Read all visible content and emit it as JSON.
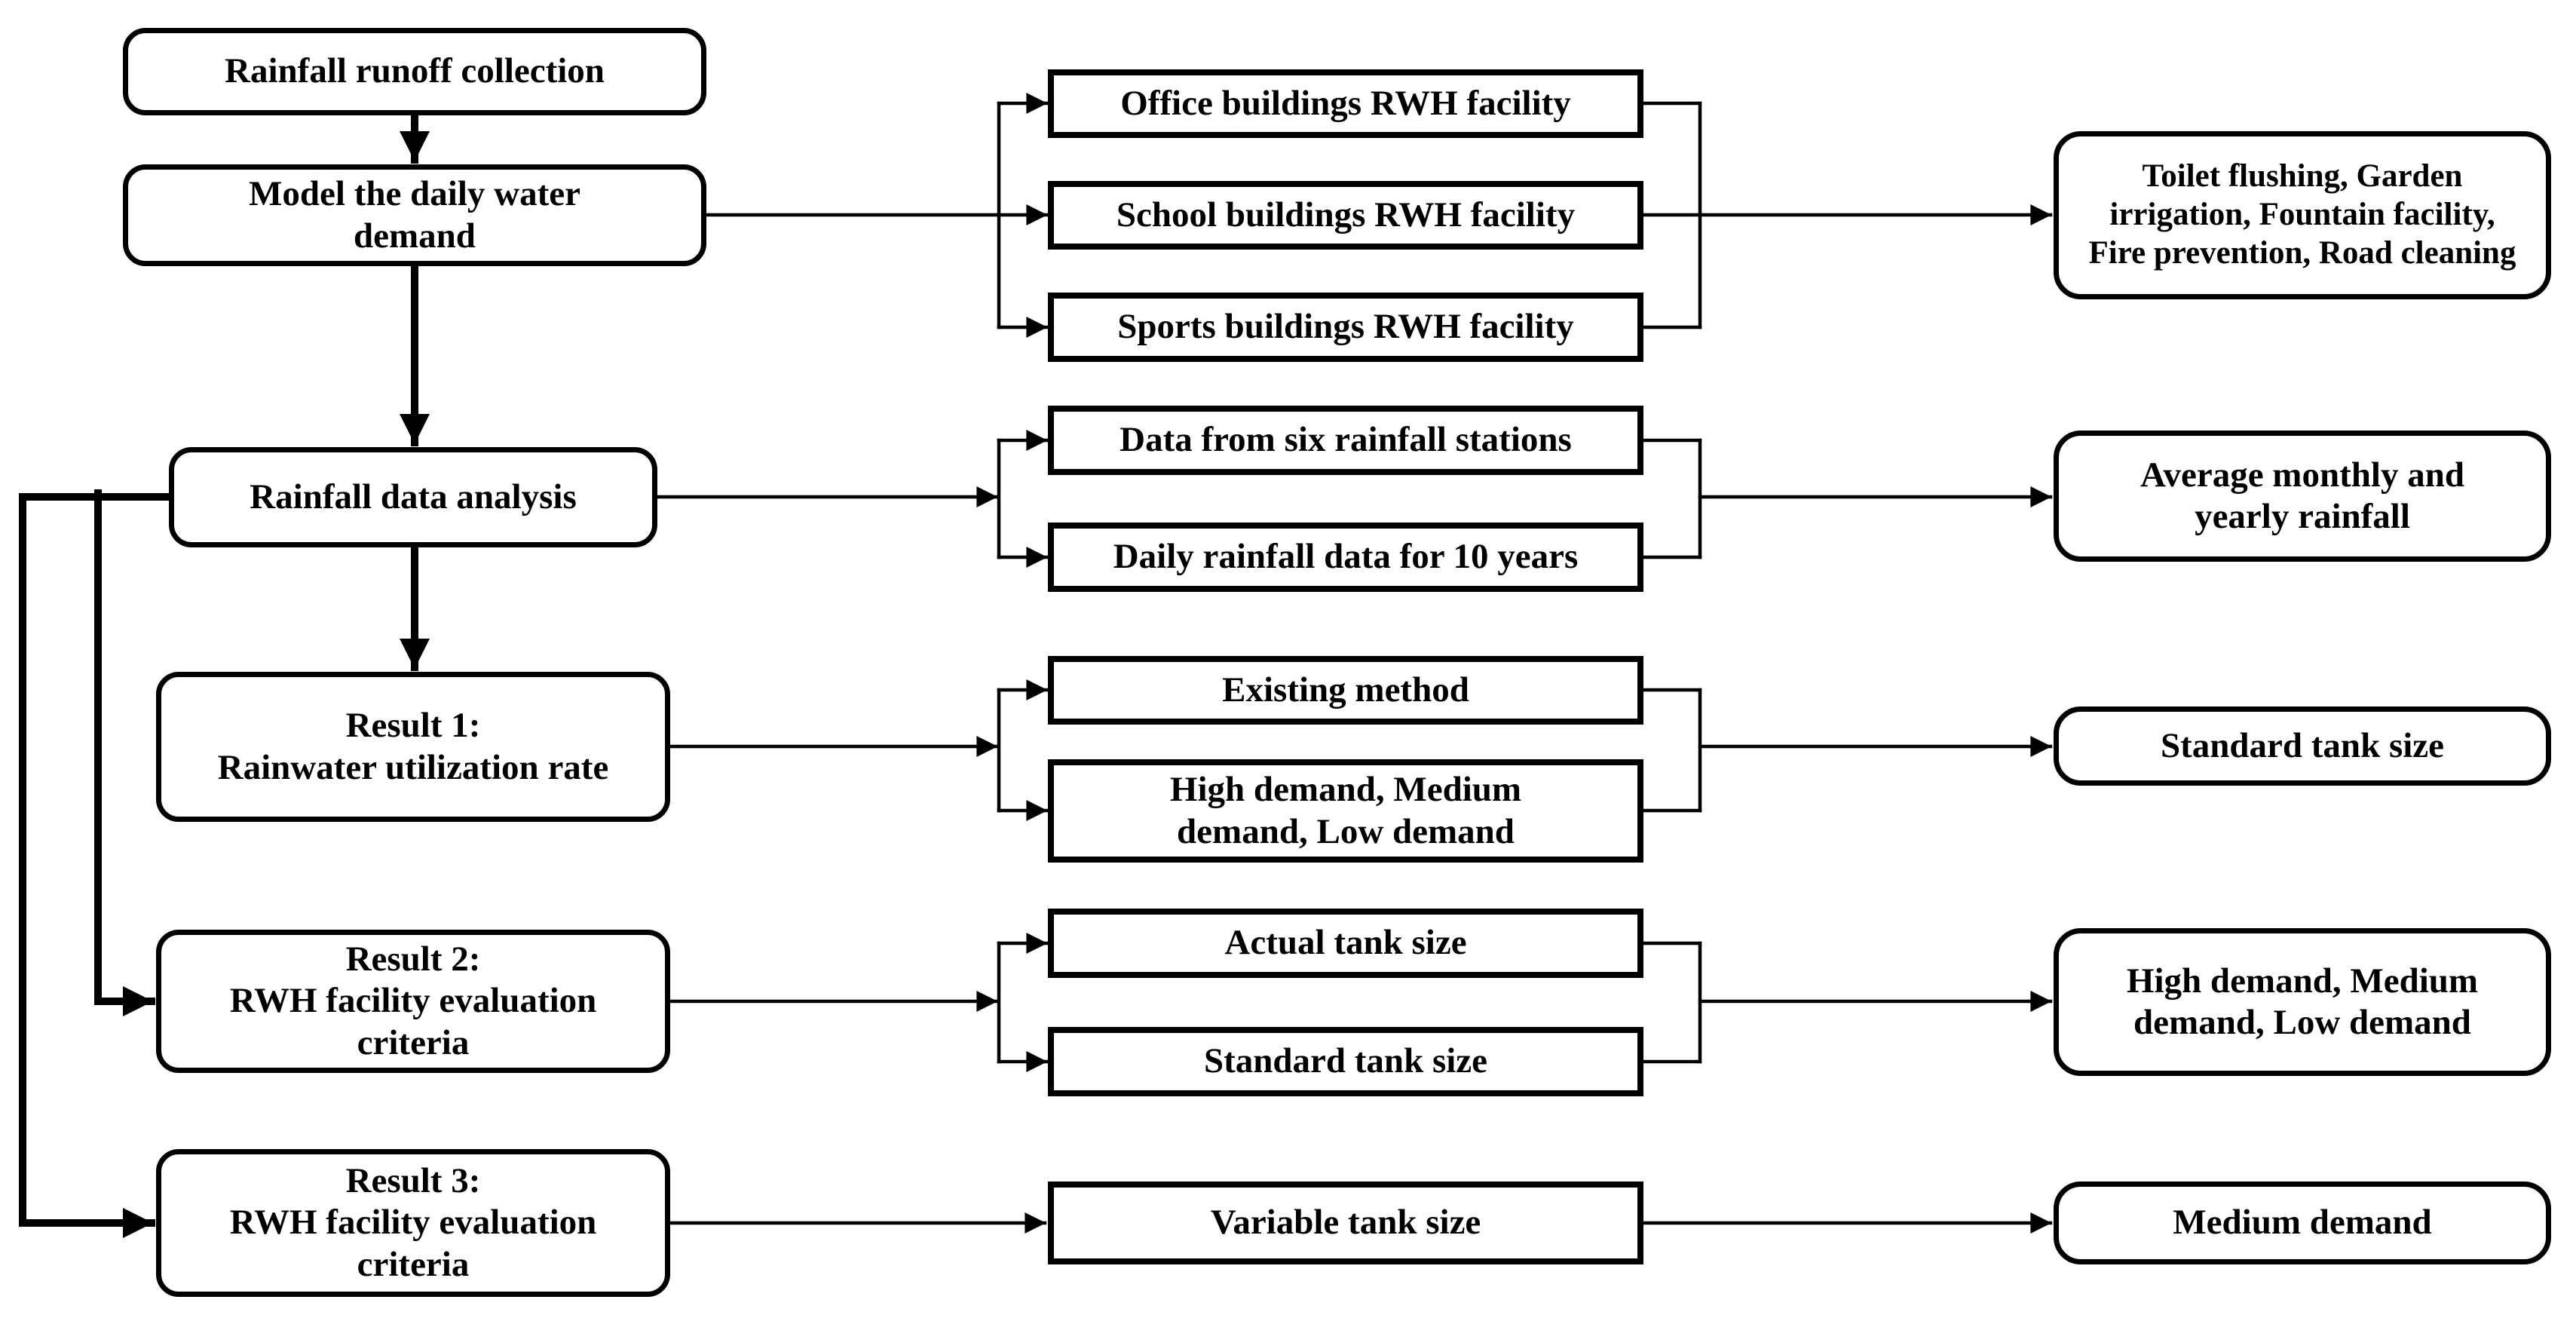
{
  "diagram": {
    "figure_type": "flowchart",
    "colors": {
      "line": "#000000",
      "box_border": "#000000",
      "box_fill": "#ffffff",
      "text": "#000000",
      "background": "#ffffff"
    },
    "process_column": [
      {
        "id": "rainfall-runoff-collection",
        "label": "Rainfall runoff collection"
      },
      {
        "id": "model-daily-water-demand",
        "label": "Model the daily water\ndemand"
      },
      {
        "id": "rainfall-data-analysis",
        "label": "Rainfall data analysis"
      },
      {
        "id": "result-1",
        "label": "Result 1:\nRainwater utilization rate"
      },
      {
        "id": "result-2",
        "label": "Result 2:\nRWH facility evaluation\ncriteria"
      },
      {
        "id": "result-3",
        "label": "Result 3:\nRWH facility evaluation\ncriteria"
      }
    ],
    "middle_column": [
      {
        "id": "office-buildings",
        "label": "Office buildings RWH facility"
      },
      {
        "id": "school-buildings",
        "label": "School buildings RWH facility"
      },
      {
        "id": "sports-buildings",
        "label": "Sports buildings RWH facility"
      },
      {
        "id": "six-rainfall-stations",
        "label": "Data from six rainfall stations"
      },
      {
        "id": "daily-rainfall-10-years",
        "label": "Daily rainfall data for 10 years"
      },
      {
        "id": "existing-method",
        "label": "Existing method"
      },
      {
        "id": "demand-levels",
        "label": "High demand, Medium\ndemand, Low demand"
      },
      {
        "id": "actual-tank-size",
        "label": "Actual tank size"
      },
      {
        "id": "standard-tank-size",
        "label": "Standard tank size"
      },
      {
        "id": "variable-tank-size",
        "label": "Variable tank size"
      }
    ],
    "outcome_column": [
      {
        "id": "water-uses",
        "label": "Toilet flushing, Garden\nirrigation, Fountain facility,\nFire prevention, Road cleaning"
      },
      {
        "id": "average-rainfall",
        "label": "Average monthly and\nyearly rainfall"
      },
      {
        "id": "standard-tank-size-out",
        "label": "Standard tank size"
      },
      {
        "id": "demand-levels-out",
        "label": "High demand, Medium\ndemand, Low demand"
      },
      {
        "id": "medium-demand",
        "label": "Medium demand"
      }
    ]
  }
}
